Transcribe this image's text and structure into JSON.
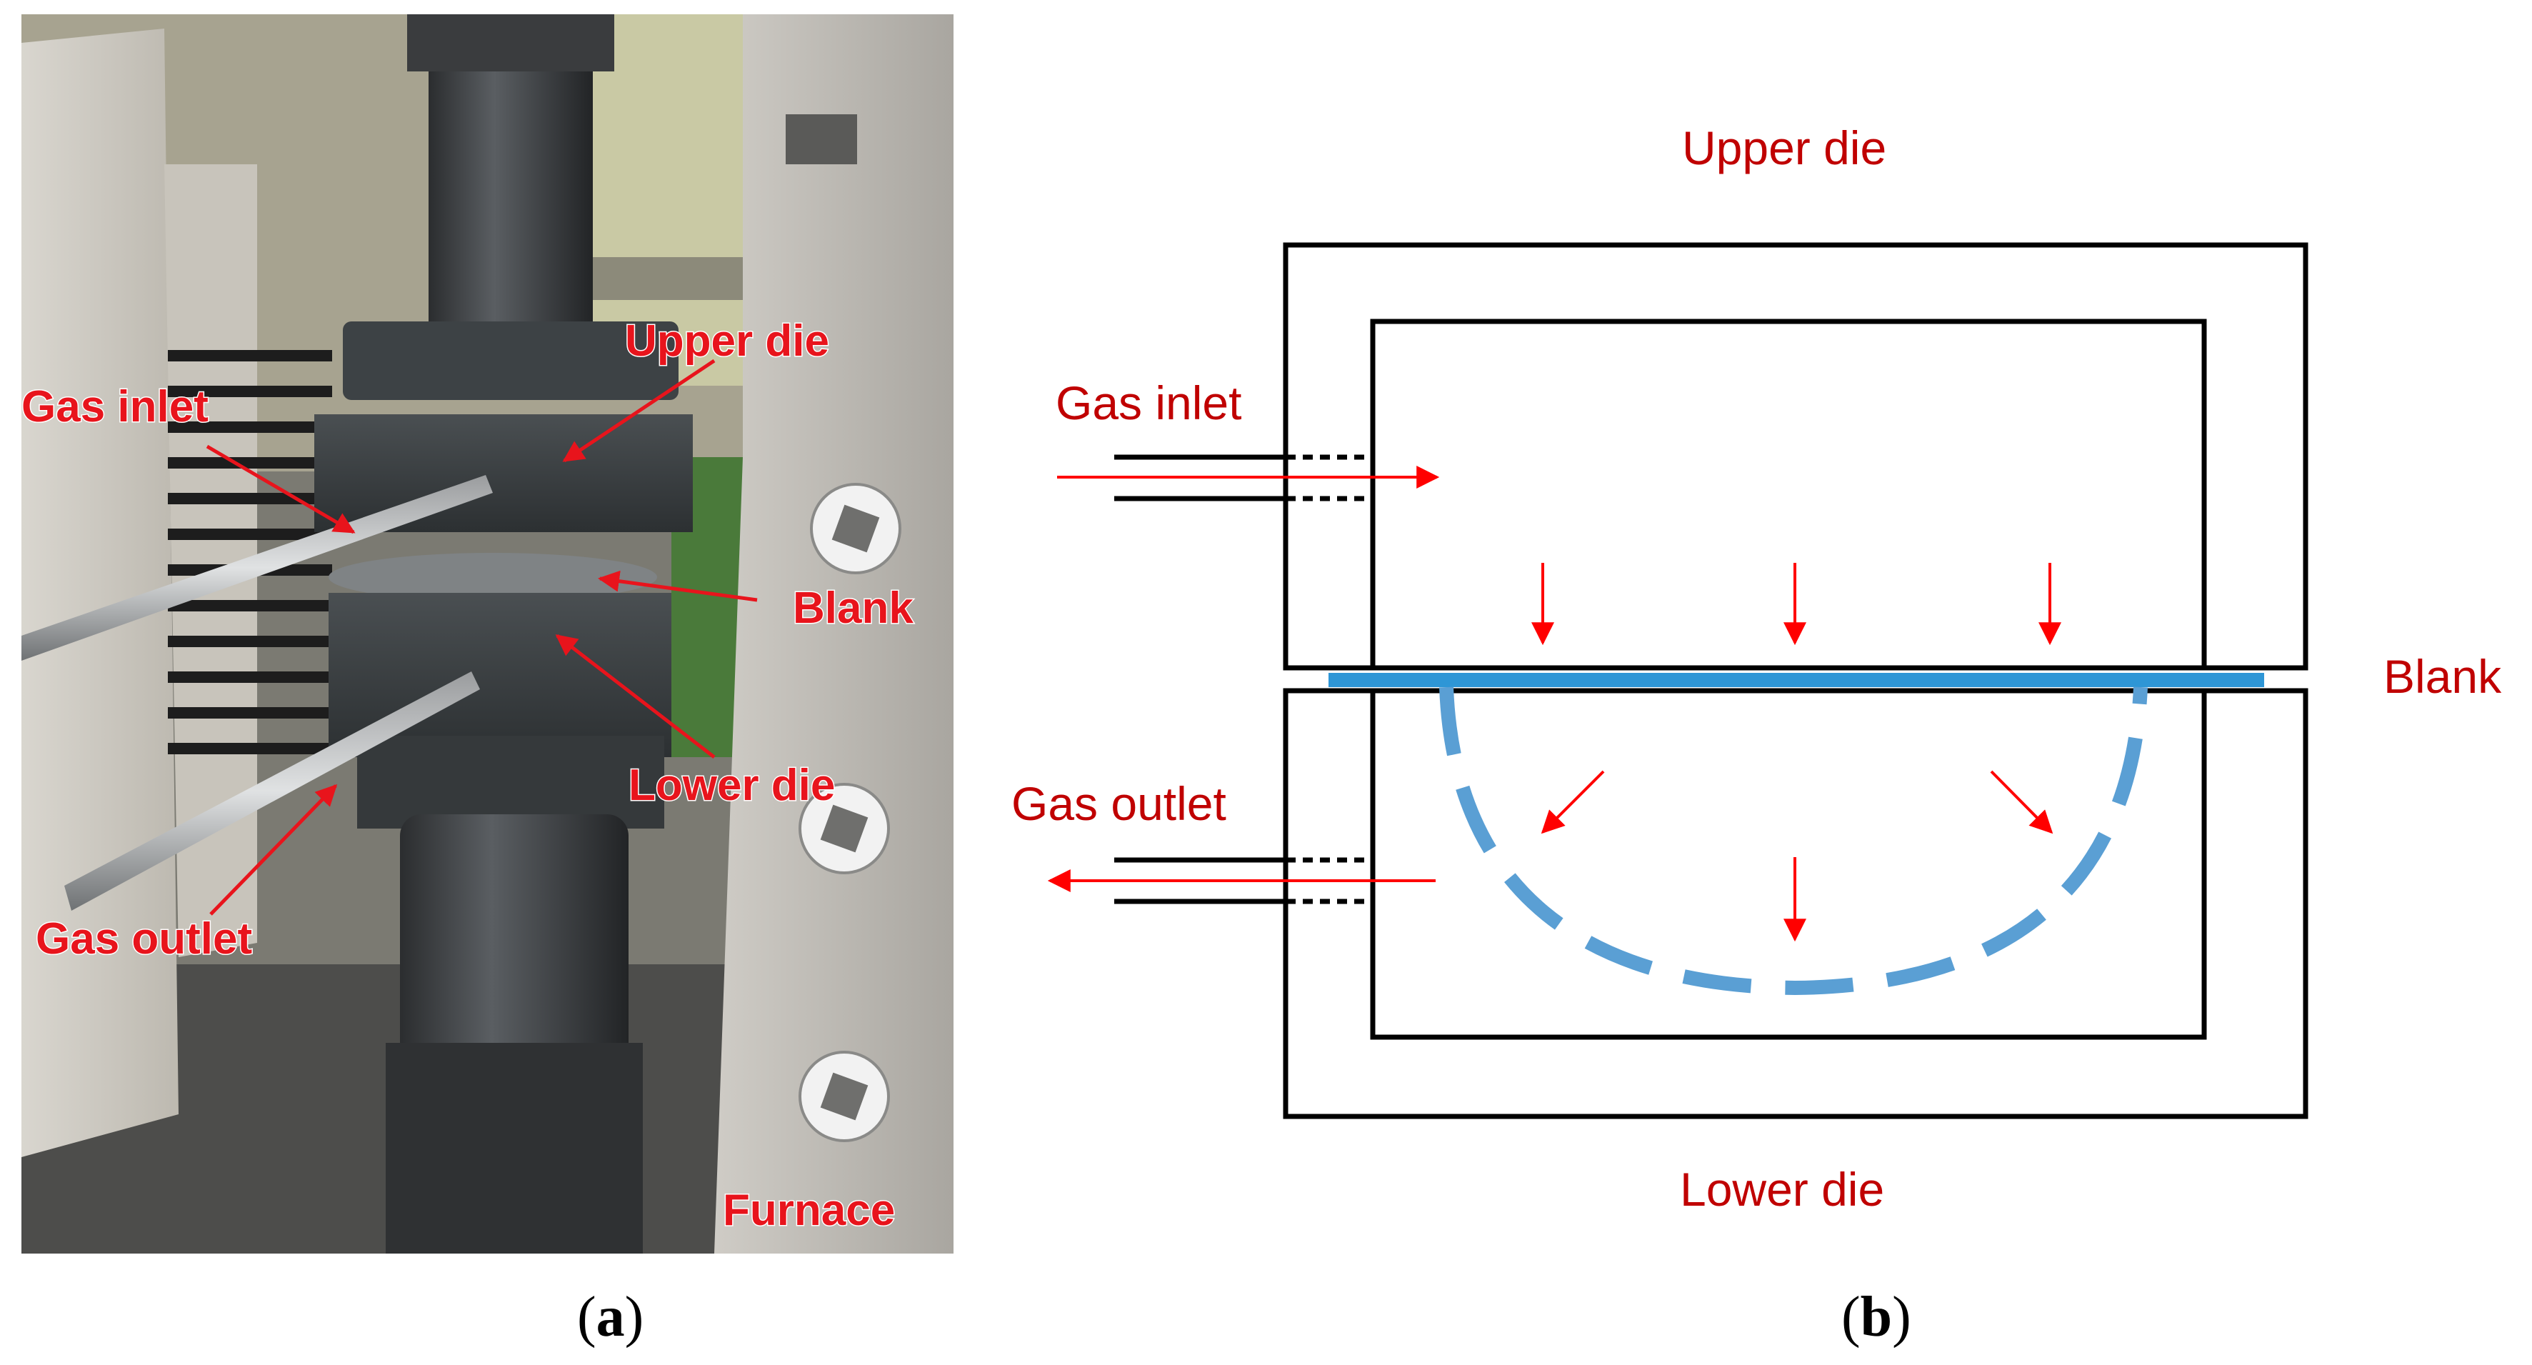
{
  "colors": {
    "label_red": "#e8141c",
    "diagram_label": "#c00000",
    "arrow_red": "#ff0000",
    "blank_blue": "#2e96d6",
    "bulge_blue": "#5a9fd4",
    "outline": "#000000"
  },
  "panel_a": {
    "labels": {
      "upper_die": "Upper die",
      "gas_inlet": "Gas inlet",
      "blank": "Blank",
      "lower_die": "Lower die",
      "gas_outlet": "Gas outlet",
      "furnace": "Furnace"
    },
    "caption": {
      "open": "(",
      "letter": "a",
      "close": ")"
    }
  },
  "panel_b": {
    "labels": {
      "upper_die": "Upper die",
      "gas_inlet": "Gas inlet",
      "blank": "Blank",
      "gas_outlet": "Gas outlet",
      "lower_die": "Lower die"
    },
    "caption": {
      "open": "(",
      "letter": "b",
      "close": ")"
    }
  },
  "icons": [
    "arrow-right-icon",
    "arrow-down-icon",
    "arrow-left-icon"
  ]
}
